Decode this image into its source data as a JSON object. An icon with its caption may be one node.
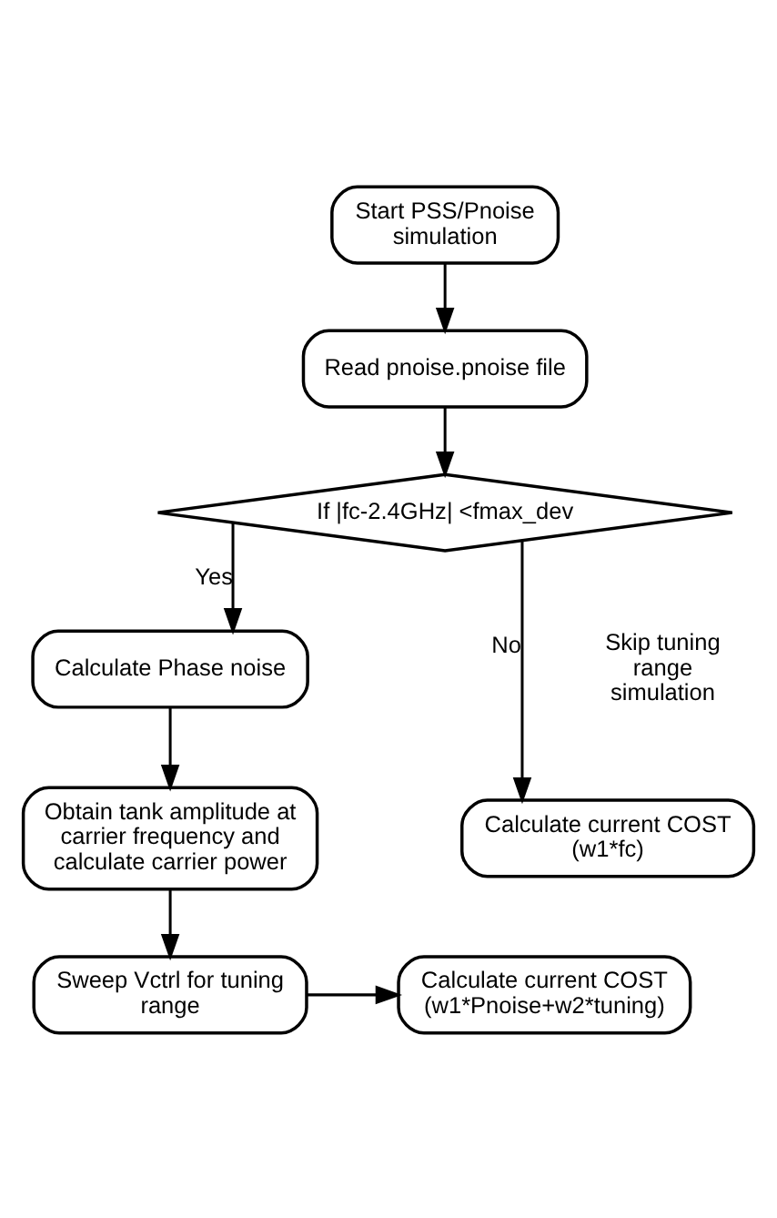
{
  "diagram": {
    "nodes": [
      {
        "text": [
          "Start PSS/Pnoise simulation"
        ]
      },
      {
        "text": [
          "Read pnoise.pnoise file"
        ]
      },
      {
        "text": [
          "If |fc-2.4GHz| <fmax_dev"
        ]
      },
      {
        "text": [
          "Calculate Phase noise"
        ]
      },
      {
        "text": [
          "Obtain tank amplitude at carrier frequency and calculate carrier power"
        ]
      },
      {
        "text": [
          "Sweep Vctrl for tuning range"
        ]
      },
      {
        "text": [
          "Calculate current COST (w1*fc)"
        ]
      },
      {
        "text": [
          "Calculate current COST (w1*Pnoise+w2*tuning)"
        ]
      }
    ],
    "edges": [
      {
        "from": 0,
        "to": 1,
        "arrow": "to"
      },
      {
        "from": 1,
        "to": 2,
        "arrow": "to"
      },
      {
        "from": 2,
        "to": 3,
        "arrow": "to",
        "label": "Yes"
      },
      {
        "from": 3,
        "to": 4,
        "arrow": "to"
      },
      {
        "from": 4,
        "to": 5,
        "arrow": "to"
      },
      {
        "from": 2,
        "to": 6,
        "arrow": "to",
        "label": "No"
      },
      {
        "from": 5,
        "to": 7,
        "arrow": "to"
      }
    ],
    "labels": [
      "Skip tuning range simulation"
    ]
  }
}
